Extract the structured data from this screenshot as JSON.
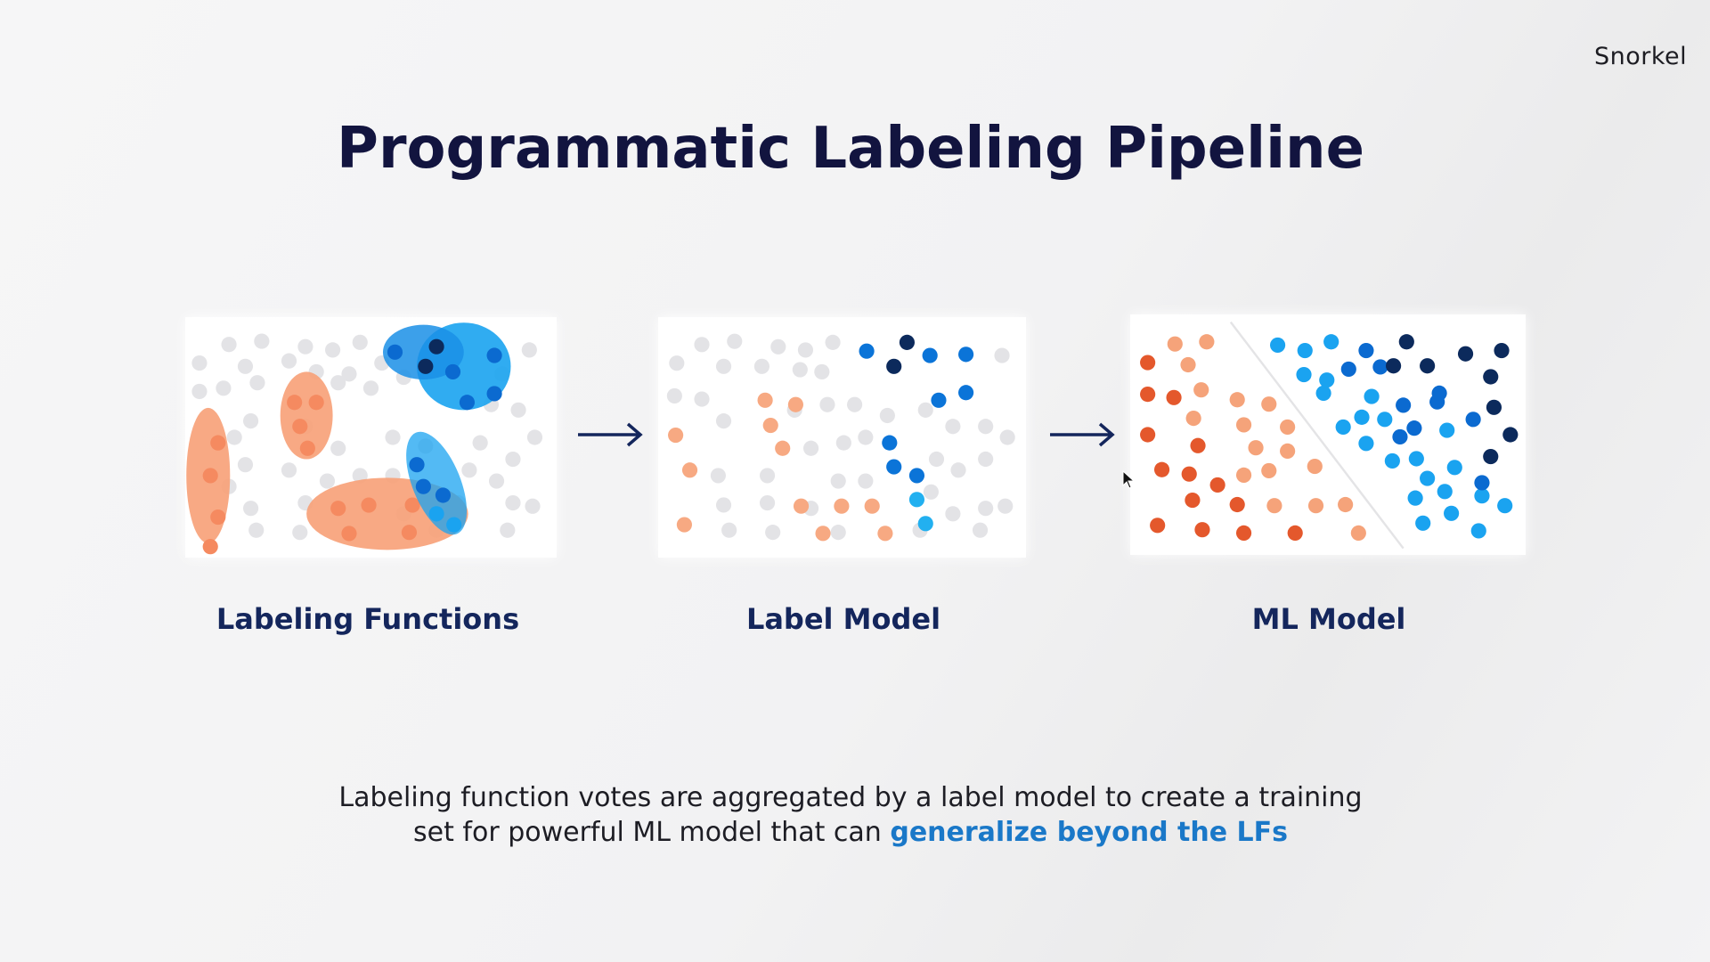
{
  "logo": "Snorkel",
  "title": "Programmatic Labeling Pipeline",
  "stages": [
    {
      "label": "Labeling Functions"
    },
    {
      "label": "Label Model"
    },
    {
      "label": "ML Model"
    }
  ],
  "caption": {
    "line1": "Labeling function votes are aggregated by a label model to create a training",
    "line2_prefix": "set for powerful ML model that can ",
    "line2_highlight": "generalize beyond the LFs"
  },
  "colors": {
    "title": "#12143f",
    "orange": "#f7a077",
    "orange_dark": "#e4582c",
    "blue": "#1aa3f0",
    "blue_dark": "#0b6ad0",
    "navy": "#0c2a5c",
    "gray_dot": "#e3e3e6",
    "highlight": "#1a78c8"
  }
}
